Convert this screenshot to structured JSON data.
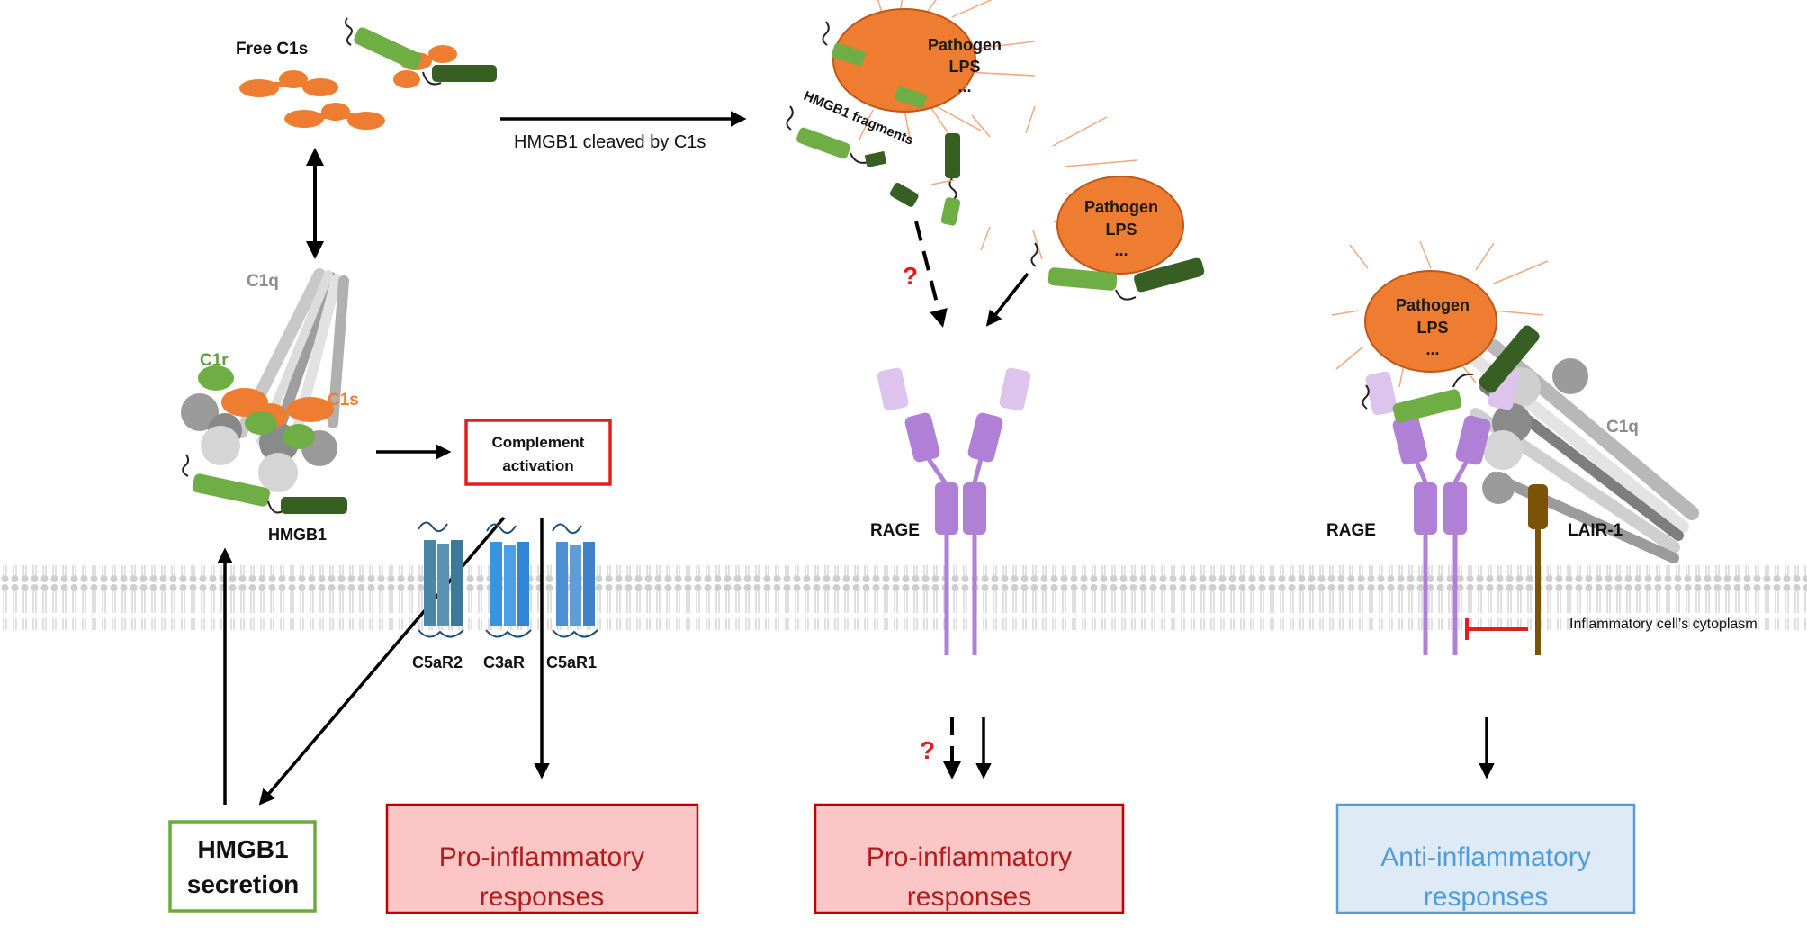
{
  "labels": {
    "free_c1s": "Free C1s",
    "cleaved": "HMGB1 cleaved by C1s",
    "fragments": "HMGB1 fragments",
    "c1q": "C1q",
    "c1r": "C1r",
    "c1s": "C1s",
    "hmgb1": "HMGB1",
    "complement_line1": "Complement",
    "complement_line2": "activation",
    "c5ar2": "C5aR2",
    "c3ar": "C3aR",
    "c5ar1": "C5aR1",
    "rage_middle": "RAGE",
    "rage_right": "RAGE",
    "lair1": "LAIR-1",
    "c1q_right": "C1q",
    "cytoplasm": "Inflammatory cell’s cytoplasm",
    "question": "?"
  },
  "pathogen": {
    "line1": "Pathogen",
    "line2": "LPS",
    "line3": "..."
  },
  "boxes": {
    "secretion": {
      "line1": "HMGB1",
      "line2": "secretion"
    },
    "pro_left": {
      "line1": "Pro-inflammatory",
      "line2": "responses"
    },
    "pro_middle": {
      "line1": "Pro-inflammatory",
      "line2": "responses"
    },
    "anti": {
      "line1": "Anti-inflammatory",
      "line2": "responses"
    }
  },
  "colors": {
    "pathogen": "#ee7d31",
    "c1s_orange": "#ee7d31",
    "hmgb1_light": "#6fae45",
    "hmgb1_dark": "#375e23",
    "rage_dark": "#b07fd6",
    "rage_light": "#dcc4ec",
    "c5ar2": "#4a86a8",
    "c3ar": "#3a94e0",
    "lair1": "#7a5307",
    "red_box_fill": "#fcc6c6",
    "red_box_stroke": "#c00000",
    "blue_box_fill": "#deebf7",
    "blue_box_stroke": "#5b9bd5",
    "green_box_stroke": "#6aab3e",
    "inhibit": "#e02020"
  }
}
